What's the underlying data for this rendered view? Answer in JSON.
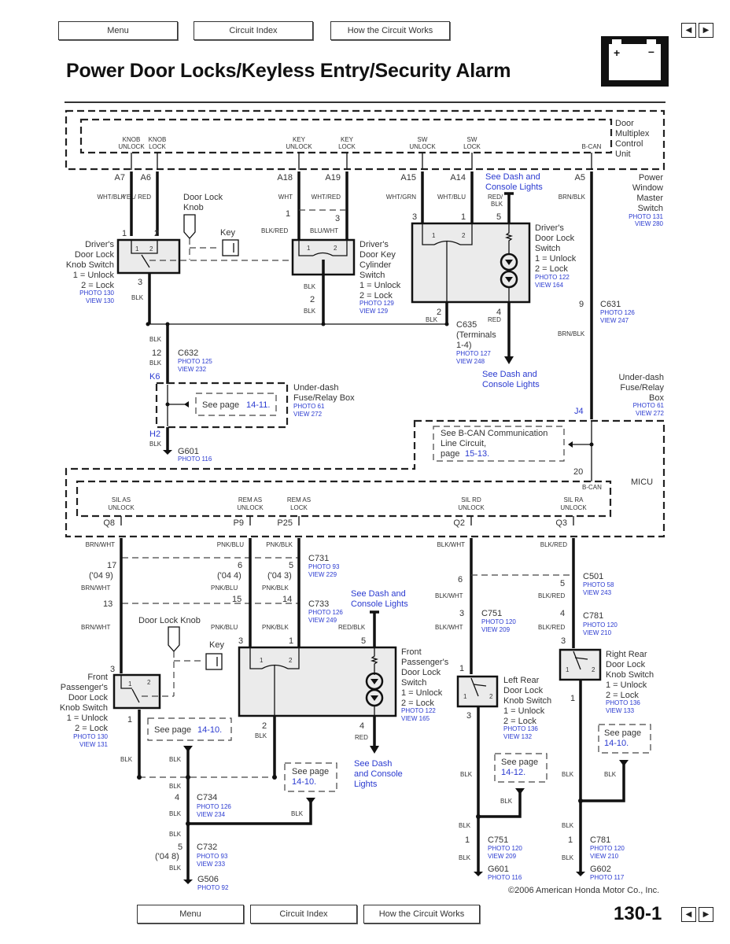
{
  "nav": {
    "menu": "Menu",
    "circuit_index": "Circuit Index",
    "how_works": "How the Circuit Works",
    "prev": "◀",
    "next": "▶"
  },
  "title": "Power Door Locks/Keyless Entry/Security Alarm",
  "page_number": "130-1",
  "copyright": "©2006 American Honda Motor Co., Inc.",
  "diagram": {
    "door_multiplex": {
      "name": [
        "Door",
        "Multiplex",
        "Control",
        "Unit"
      ],
      "terminals": [
        {
          "l1": "KNOB",
          "l2": "UNLOCK",
          "pin": "A7",
          "wire": "WHT/BLK"
        },
        {
          "l1": "KNOB",
          "l2": "LOCK",
          "pin": "A6",
          "wire": "YEL/ RED"
        },
        {
          "l1": "KEY",
          "l2": "UNLOCK",
          "pin": "A18",
          "wire": "WHT"
        },
        {
          "l1": "KEY",
          "l2": "LOCK",
          "pin": "A19",
          "wire": "WHT/RED"
        },
        {
          "l1": "SW",
          "l2": "UNLOCK",
          "pin": "A15",
          "wire": "WHT/GRN"
        },
        {
          "l1": "SW",
          "l2": "LOCK",
          "pin": "A14",
          "wire": "WHT/BLU"
        },
        {
          "l1": "",
          "l2": "B-CAN",
          "pin": "A5",
          "wire": "BRN/BLK"
        }
      ]
    },
    "pwms": {
      "name": [
        "Power",
        "Window",
        "Master",
        "Switch"
      ],
      "photo": "PHOTO 131",
      "view": "VIEW 280"
    },
    "see_dash_1": [
      "See Dash and",
      "Console Lights"
    ],
    "red_blk_1": [
      "RED/",
      "BLK"
    ],
    "door_lock_knob_1": [
      "Door Lock",
      "Knob"
    ],
    "key_label": "Key",
    "drv_knob_switch": {
      "name": [
        "Driver's",
        "Door Lock",
        "Knob Switch",
        "1 = Unlock",
        "2 = Lock"
      ],
      "photo": "PHOTO 130",
      "view": "VIEW 130",
      "pins": [
        "1",
        "2",
        "3"
      ],
      "wire_out": "BLK"
    },
    "drv_key_cyl": {
      "name": [
        "Driver's",
        "Door Key",
        "Cylinder",
        "Switch",
        "1 = Unlock",
        "2 = Lock"
      ],
      "photo": "PHOTO 129",
      "view": "VIEW 129",
      "pins": [
        "1",
        "3",
        "2"
      ],
      "wires": [
        "BLK/RED",
        "BLU/WHT",
        "BLK",
        "BLK"
      ]
    },
    "drv_lock_switch": {
      "name": [
        "Driver's",
        "Door Lock",
        "Switch",
        "1 = Unlock",
        "2  = Lock"
      ],
      "photo": "PHOTO 122",
      "view": "VIEW 164",
      "pins": [
        "3",
        "1",
        "5",
        "2",
        "4"
      ],
      "wires": [
        "BLK",
        "RED"
      ]
    },
    "c635": {
      "name": "C635",
      "sub": [
        "(Terminals",
        "1-4)"
      ],
      "photo": "PHOTO 127",
      "view": "VIEW 248"
    },
    "see_dash_2": [
      "See Dash and",
      "Console Lights"
    ],
    "c631": {
      "pin": "9",
      "name": "C631",
      "photo": "PHOTO 126",
      "view": "VIEW 247",
      "wire": "BRN/BLK"
    },
    "c632": {
      "pin": "12",
      "name": "C632",
      "photo": "PHOTO 125",
      "view": "VIEW 232",
      "wires": [
        "BLK",
        "BLK"
      ]
    },
    "fuse_box_1": {
      "pin_in": "K6",
      "pin_out": "H2",
      "name": [
        "Under-dash",
        "Fuse/Relay Box"
      ],
      "photo": "PHOTO 61",
      "view": "VIEW 272",
      "see": "See page ",
      "see_link": "14-11.",
      "wire": "BLK"
    },
    "g601_top": {
      "name": "G601",
      "photo": "PHOTO 116"
    },
    "fuse_box_2": {
      "name": [
        "Under-dash",
        "Fuse/Relay",
        "Box"
      ],
      "photo": "PHOTO 61",
      "view": "VIEW 272",
      "pin": "J4"
    },
    "bcan_note": {
      "l1": "See B-CAN Communication",
      "l2": "Line Circuit,",
      "l3": "page ",
      "link": "15-13."
    },
    "micu": {
      "name": "MICU",
      "bcan_pin": "20",
      "bcan_label": "B-CAN",
      "terminals": [
        {
          "l1": "SIL AS",
          "l2": "UNLOCK",
          "pin": "Q8",
          "wire": "BRN/WHT"
        },
        {
          "l1": "REM AS",
          "l2": "UNLOCK",
          "pin": "P9",
          "wire": "PNK/BLU"
        },
        {
          "l1": "REM AS",
          "l2": "LOCK",
          "pin": "P25",
          "wire": "PNK/BLK"
        },
        {
          "l1": "SIL RD",
          "l2": "UNLOCK",
          "pin": "Q2",
          "wire": "BLK/WHT"
        },
        {
          "l1": "SIL RA",
          "l2": "UNLOCK",
          "pin": "Q3",
          "wire": "BLK/RED"
        }
      ]
    },
    "c731": {
      "name": "C731",
      "photo": "PHOTO 93",
      "view": "VIEW 229",
      "pins": [
        "17",
        "6",
        "5"
      ],
      "alt": [
        "('04 9)",
        "('04 4)",
        "('04 3)"
      ]
    },
    "c733": {
      "name": "C733",
      "photo": "PHOTO 126",
      "view": "VIEW 249",
      "pins": [
        "13",
        "15",
        "14"
      ]
    },
    "c501": {
      "name": "C501",
      "photo": "PHOTO 58",
      "view": "VIEW 243",
      "pins": [
        "6",
        "5"
      ]
    },
    "c751_top": {
      "name": "C751",
      "photo": "PHOTO 120",
      "view": "VIEW 209",
      "pin": "3"
    },
    "c781_top": {
      "name": "C781",
      "photo": "PHOTO 120",
      "view": "VIEW 210",
      "pin": "4"
    },
    "see_dash_3": [
      "See Dash and",
      "Console Lights"
    ],
    "door_lock_knob_2": "Door Lock Knob",
    "fp_knob_switch": {
      "name": [
        "Front",
        "Passenger's",
        "Door Lock",
        "Knob Switch",
        "1  = Unlock",
        "2 = Lock"
      ],
      "photo": "PHOTO 130",
      "view": "VIEW 131",
      "pins": [
        "3",
        "1"
      ]
    },
    "fp_lock_switch": {
      "name": [
        "Front",
        "Passenger's",
        "Door Lock",
        "Switch",
        "1 = Unlock",
        "2  = Lock"
      ],
      "photo": "PHOTO 122",
      "view": "VIEW 165",
      "pins": [
        "3",
        "1",
        "5",
        "2",
        "4"
      ],
      "wires": [
        "RED/BLK",
        "BLK",
        "RED"
      ]
    },
    "see_dash_4": [
      "See Dash",
      "and Console",
      "Lights"
    ],
    "lr_knob_switch": {
      "name": [
        "Left Rear",
        "Door Lock",
        "Knob Switch",
        "1 = Unlock",
        "2 = Lock"
      ],
      "photo": "PHOTO 136",
      "view": "VIEW 132",
      "pins": [
        "1",
        "3"
      ]
    },
    "rr_knob_switch": {
      "name": [
        "Right Rear",
        "Door Lock",
        "Knob Switch",
        "1 = Unlock",
        "2 = Lock"
      ],
      "photo": "PHOTO 136",
      "view": "VIEW 133",
      "pins": [
        "3",
        "1"
      ]
    },
    "see_14_10_a": {
      "text": "See page ",
      "link": "14-10."
    },
    "see_14_10_b": {
      "text": "See page",
      "link": "14-10."
    },
    "see_14_12": {
      "text": "See page",
      "link": "14-12."
    },
    "see_14_10_c": {
      "text": "See page",
      "link": "14-10."
    },
    "c734": {
      "pin": "4",
      "name": "C734",
      "photo": "PHOTO 126",
      "view": "VIEW 234"
    },
    "c732": {
      "pin": "5",
      "alt": "('04 8)",
      "name": "C732",
      "photo": "PHOTO 93",
      "view": "VIEW 233"
    },
    "g506": {
      "name": "G506",
      "photo": "PHOTO 92"
    },
    "c751_bot": {
      "pin": "1",
      "name": "C751",
      "photo": "PHOTO 120",
      "view": "VIEW 209"
    },
    "g601_bot": {
      "name": "G601",
      "photo": "PHOTO 116"
    },
    "c781_bot": {
      "pin": "1",
      "name": "C781",
      "photo": "PHOTO 120",
      "view": "VIEW 210"
    },
    "g602": {
      "name": "G602",
      "photo": "PHOTO 117"
    },
    "blk": "BLK",
    "wire_labels": {
      "brn_wht": "BRN/WHT",
      "pnk_blu": "PNK/BLU",
      "pnk_blk": "PNK/BLK",
      "blk_wht": "BLK/WHT",
      "blk_red": "BLK/RED"
    }
  }
}
